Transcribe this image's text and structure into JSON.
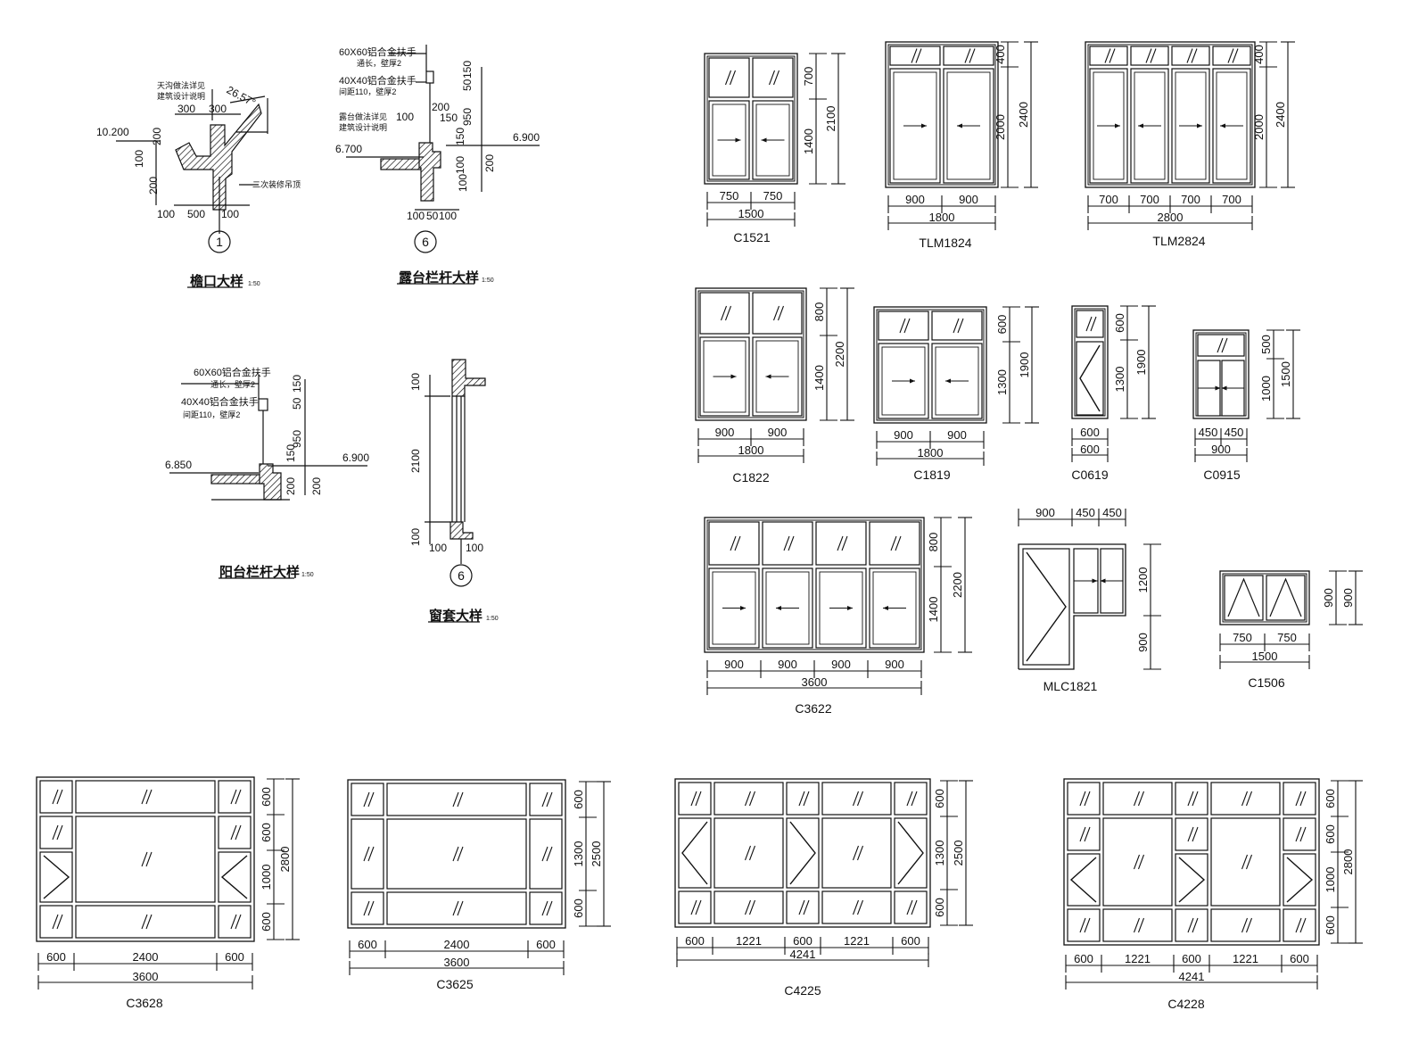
{
  "details": {
    "eave": {
      "title": "檐口大样",
      "scale": "1:50",
      "marker": "1",
      "elev": "10.200",
      "angle": "26.57°",
      "note1": "天沟做法详见",
      "note2": "建筑设计说明",
      "note3": "二次装修吊顶",
      "dims": [
        "300",
        "300",
        "200",
        "100",
        "200",
        "100",
        "500",
        "100"
      ]
    },
    "terrace": {
      "title": "露台栏杆大样",
      "scale": "1:50",
      "marker": "6",
      "elev_left": "6.700",
      "elev_right": "6.900",
      "note1": "60X60铝合金扶手",
      "note2": "通长，壁厚2",
      "note3": "40X40铝合金扶手",
      "note4": "间距110，壁厚2",
      "note5": "露台做法详见",
      "note6": "建筑设计说明",
      "dims": [
        "150",
        "50",
        "950",
        "150",
        "100",
        "200",
        "150",
        "100",
        "200",
        "100",
        "100",
        "50",
        "100"
      ]
    },
    "balcony": {
      "title": "阳台栏杆大样",
      "scale": "1:50",
      "elev_left": "6.850",
      "elev_right": "6.900",
      "note1": "60X60铝合金扶手",
      "note2": "通长，壁厚2",
      "note3": "40X40铝合金扶手",
      "note4": "间距110，壁厚2",
      "dims": [
        "150",
        "50",
        "950",
        "150",
        "200",
        "200"
      ]
    },
    "window_surround": {
      "title": "窗套大样",
      "scale": "1:50",
      "marker": "6",
      "dims": [
        "100",
        "2100",
        "100",
        "100",
        "100"
      ]
    }
  },
  "windows": [
    {
      "code": "C1521",
      "widths": [
        "750",
        "750"
      ],
      "total": "1500",
      "heights": [
        "700",
        "1400"
      ],
      "htotal": "2100"
    },
    {
      "code": "TLM1824",
      "widths": [
        "900",
        "900"
      ],
      "total": "1800",
      "heights": [
        "400",
        "2000"
      ],
      "htotal": "2400"
    },
    {
      "code": "TLM2824",
      "widths": [
        "700",
        "700",
        "700",
        "700"
      ],
      "total": "2800",
      "heights": [
        "400",
        "2000"
      ],
      "htotal": "2400"
    },
    {
      "code": "C1822",
      "widths": [
        "900",
        "900"
      ],
      "total": "1800",
      "heights": [
        "800",
        "1400"
      ],
      "htotal": "2200"
    },
    {
      "code": "C1819",
      "widths": [
        "900",
        "900"
      ],
      "total": "1800",
      "heights": [
        "600",
        "1300"
      ],
      "htotal": "1900"
    },
    {
      "code": "C0619",
      "widths": [
        "600"
      ],
      "total": "600",
      "heights": [
        "600",
        "1300"
      ],
      "htotal": "1900"
    },
    {
      "code": "C0915",
      "widths": [
        "450",
        "450"
      ],
      "total": "900",
      "heights": [
        "500",
        "1000"
      ],
      "htotal": "1500"
    },
    {
      "code": "C3622",
      "widths": [
        "900",
        "900",
        "900",
        "900"
      ],
      "total": "3600",
      "heights": [
        "800",
        "1400"
      ],
      "htotal": "2200"
    },
    {
      "code": "MLC1821",
      "widths": [
        "900",
        "450",
        "450"
      ],
      "total": "",
      "heights": [
        "1200",
        "900"
      ],
      "htotal": ""
    },
    {
      "code": "C1506",
      "widths": [
        "750",
        "750"
      ],
      "total": "1500",
      "heights": [
        "900"
      ],
      "htotal": "900"
    },
    {
      "code": "C3628",
      "widths": [
        "600",
        "2400",
        "600"
      ],
      "total": "3600",
      "heights": [
        "600",
        "600",
        "1000",
        "600"
      ],
      "htotal": "2800"
    },
    {
      "code": "C3625",
      "widths": [
        "600",
        "2400",
        "600"
      ],
      "total": "3600",
      "heights": [
        "600",
        "1300",
        "600"
      ],
      "htotal": "2500"
    },
    {
      "code": "C4225",
      "widths": [
        "600",
        "1221",
        "600",
        "1221",
        "600"
      ],
      "total": "4241",
      "heights": [
        "600",
        "1300",
        "600"
      ],
      "htotal": "2500"
    },
    {
      "code": "C4228",
      "widths": [
        "600",
        "1221",
        "600",
        "1221",
        "600"
      ],
      "total": "4241",
      "heights": [
        "600",
        "600",
        "1000",
        "600"
      ],
      "htotal": "2800"
    }
  ]
}
